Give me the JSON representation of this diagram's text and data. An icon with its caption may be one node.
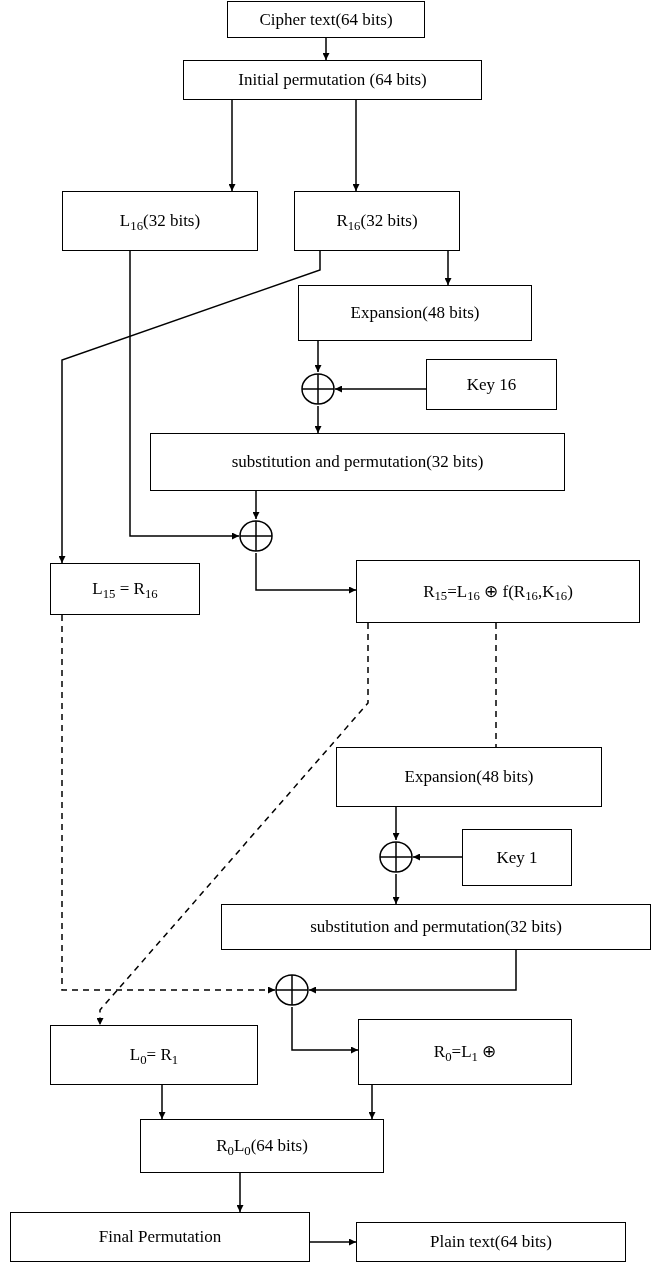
{
  "diagram": {
    "nodes": [
      {
        "text": [
          "Cipher text(64 bits)"
        ]
      },
      {
        "text": [
          "Initial permutation (64 bits)"
        ]
      },
      {
        "text": [
          "L$_{16}$(32 bits)"
        ]
      },
      {
        "text": [
          "R$_{16}$(32 bits)"
        ]
      },
      {
        "text": [
          "Expansion(48 bits)"
        ]
      },
      {
        "text": [],
        "shape": "circle"
      },
      {
        "text": [
          "Key 16"
        ]
      },
      {
        "text": [
          "substitution and permutation(32 bits)"
        ]
      },
      {
        "text": [],
        "shape": "circle"
      },
      {
        "text": [
          "L$_{15}$ = R$_{16}$"
        ]
      },
      {
        "text": [
          "R$_{15}$=L$_{16}$ ⊕ f(R$_{16}$,K$_{16}$)"
        ]
      },
      {
        "text": [
          "Expansion(48 bits)"
        ]
      },
      {
        "text": [],
        "shape": "circle"
      },
      {
        "text": [
          "Key 1"
        ]
      },
      {
        "text": [
          "substitution and permutation(32 bits)"
        ]
      },
      {
        "text": [],
        "shape": "circle"
      },
      {
        "text": [
          "L$_{0}$= R$_{1}$"
        ]
      },
      {
        "text": [
          "R$_{0}$=L$_{1}$ ⊕"
        ]
      },
      {
        "text": [
          "R$_{0}$L$_{0}$(64 bits)"
        ]
      },
      {
        "text": [
          "Final Permutation"
        ]
      },
      {
        "text": [
          "Plain text(64 bits)"
        ]
      }
    ],
    "edges": [
      {
        "from": 0,
        "to": 1,
        "arrow": "to"
      },
      {
        "from": 1,
        "to": 2,
        "arrow": "to"
      },
      {
        "from": 1,
        "to": 3,
        "arrow": "to"
      },
      {
        "from": 3,
        "to": 4,
        "arrow": "to"
      },
      {
        "from": 4,
        "to": 5,
        "arrow": "to"
      },
      {
        "from": 6,
        "to": 5,
        "arrow": "to"
      },
      {
        "from": 5,
        "to": 7,
        "arrow": "to"
      },
      {
        "from": 7,
        "to": 8,
        "arrow": "to"
      },
      {
        "from": 2,
        "to": 8,
        "arrow": "to"
      },
      {
        "from": 3,
        "to": 9,
        "arrow": "to"
      },
      {
        "from": 8,
        "to": 10,
        "arrow": "to"
      },
      {
        "from": 10,
        "to": 11,
        "arrow": "none",
        "style": "dashed"
      },
      {
        "from": 11,
        "to": 12,
        "arrow": "to"
      },
      {
        "from": 13,
        "to": 12,
        "arrow": "to"
      },
      {
        "from": 12,
        "to": 14,
        "arrow": "to"
      },
      {
        "from": 9,
        "to": 15,
        "arrow": "to",
        "style": "dashed"
      },
      {
        "from": 14,
        "to": 15,
        "arrow": "to"
      },
      {
        "from": 10,
        "to": 16,
        "arrow": "to",
        "style": "dashed"
      },
      {
        "from": 15,
        "to": 17,
        "arrow": "to"
      },
      {
        "from": 16,
        "to": 18,
        "arrow": "to"
      },
      {
        "from": 17,
        "to": 18,
        "arrow": "to"
      },
      {
        "from": 18,
        "to": 19,
        "arrow": "to"
      },
      {
        "from": 19,
        "to": 20,
        "arrow": "to"
      }
    ]
  }
}
